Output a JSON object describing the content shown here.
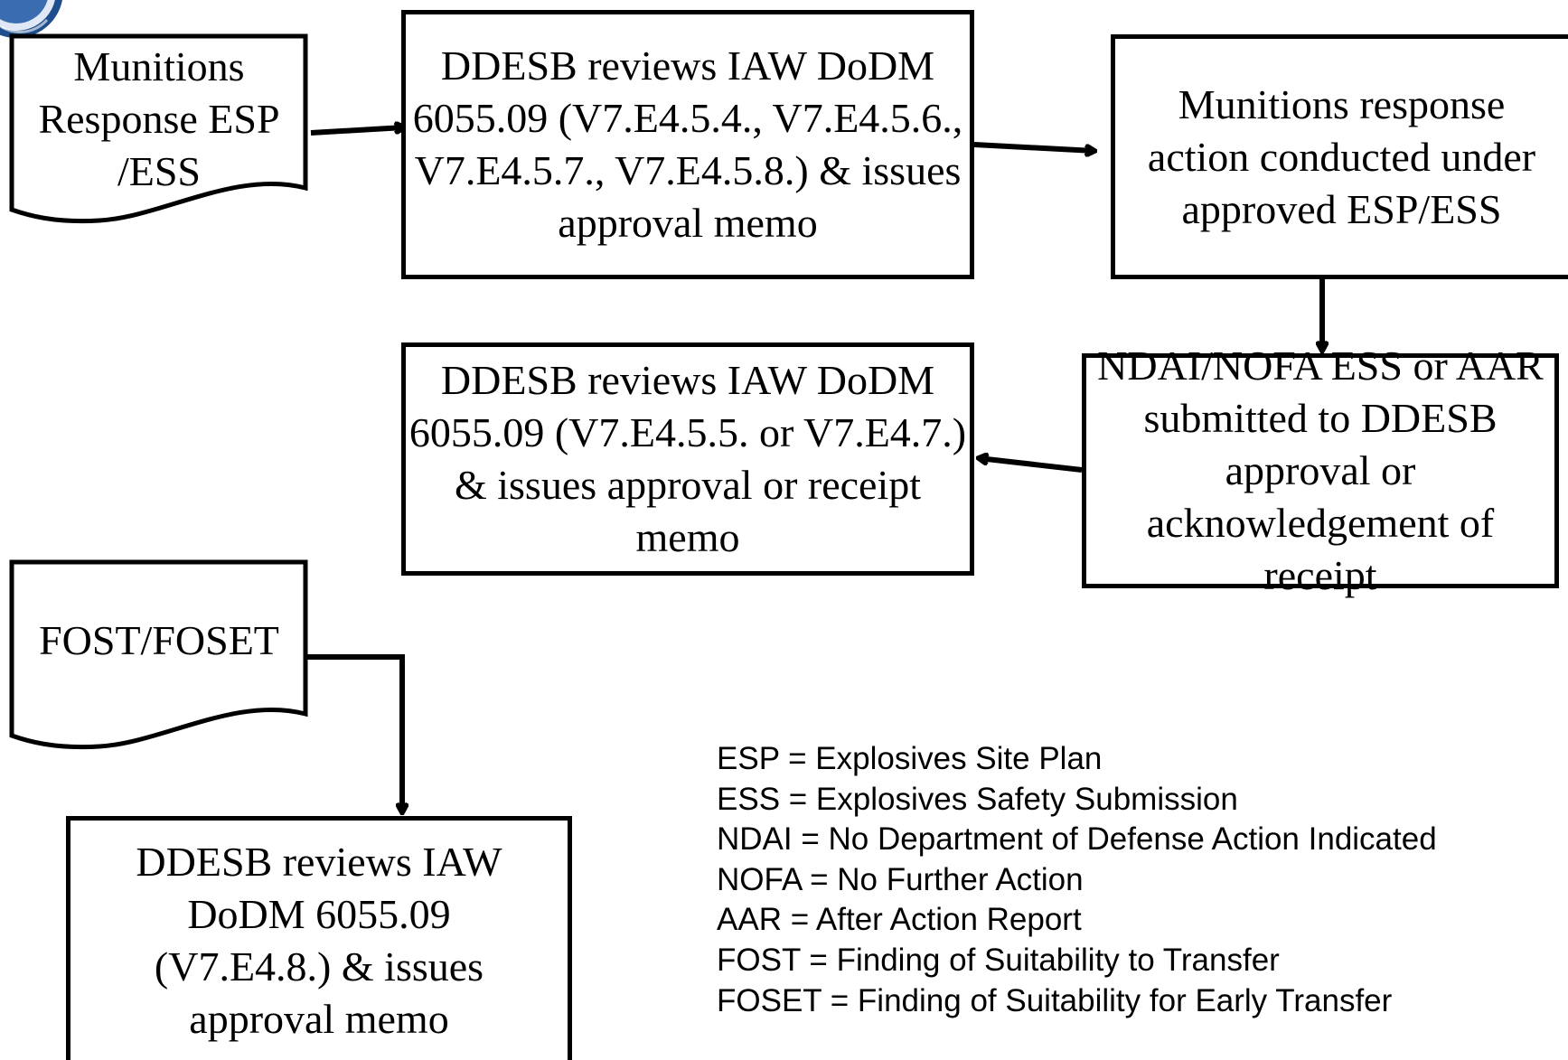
{
  "nodes": {
    "munitions_esp": {
      "text": "Munitions Response ESP /ESS"
    },
    "review_approval": {
      "text": "DDESB reviews IAW DoDM 6055.09 (V7.E4.5.4., V7.E4.5.6., V7.E4.5.7., V7.E4.5.8.) & issues approval memo"
    },
    "response_action": {
      "text": "Munitions response action conducted under approved ESP/ESS"
    },
    "ndai_submitted": {
      "text": "NDAI/NOFA ESS or AAR submitted to DDESB approval or acknowledgement of receipt"
    },
    "review_receipt": {
      "text": "DDESB reviews IAW DoDM 6055.09 (V7.E4.5.5. or V7.E4.7.) & issues approval or receipt memo"
    },
    "fost_foset": {
      "text": "FOST/FOSET"
    },
    "review_fost": {
      "text": "DDESB reviews IAW DoDM 6055.09 (V7.E4.8.) & issues approval memo"
    }
  },
  "edges": [
    {
      "from": "munitions_esp",
      "to": "review_approval"
    },
    {
      "from": "review_approval",
      "to": "response_action"
    },
    {
      "from": "response_action",
      "to": "ndai_submitted"
    },
    {
      "from": "ndai_submitted",
      "to": "review_receipt"
    },
    {
      "from": "fost_foset",
      "to": "review_fost"
    }
  ],
  "legend": [
    "ESP = Explosives Site Plan",
    "ESS = Explosives Safety Submission",
    "NDAI = No Department of Defense Action Indicated",
    "NOFA = No Further Action",
    "AAR = After Action Report",
    "FOST = Finding of Suitability to Transfer",
    "FOSET = Finding of Suitability for Early Transfer"
  ],
  "colors": {
    "stroke": "#000000",
    "background": "#ffffff",
    "seal": "#1f4e8c"
  }
}
